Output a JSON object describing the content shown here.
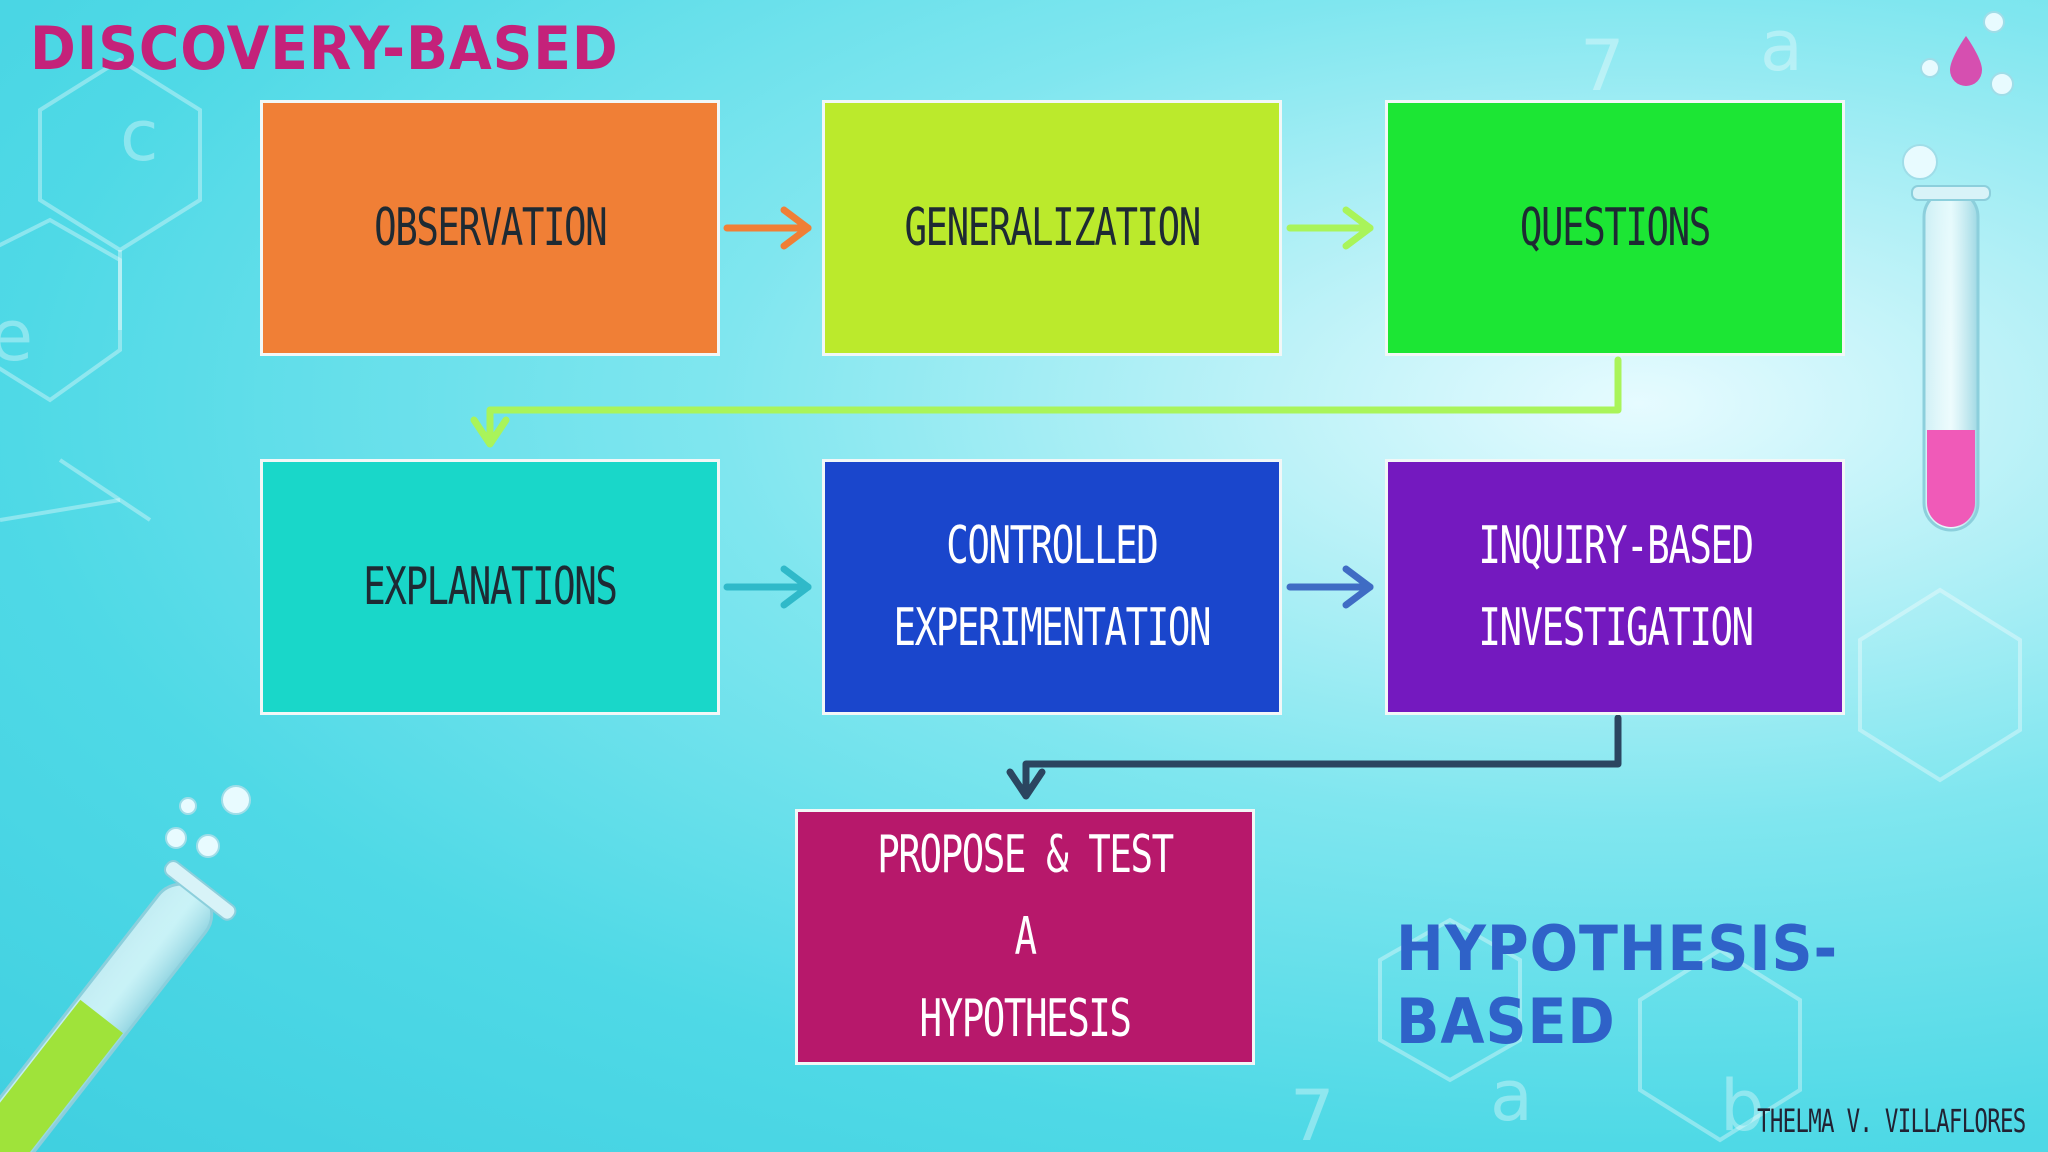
{
  "titles": {
    "top": "DISCOVERY-BASED",
    "bottom": "HYPOTHESIS-BASED"
  },
  "boxes": {
    "observation": "OBSERVATION",
    "generalization": "GENERALIZATION",
    "questions": "QUESTIONS",
    "explanations": "EXPLANATIONS",
    "controlled": "CONTROLLED\nEXPERIMENTATION",
    "inquiry": "INQUIRY-BASED\nINVESTIGATION",
    "propose": "PROPOSE & TEST A\nHYPOTHESIS"
  },
  "credit": "THELMA V. VILLAFLORES",
  "colors": {
    "observation": "#f07f36",
    "generalization": "#bbea2c",
    "questions": "#1ce634",
    "explanations": "#19d7c9",
    "controlled": "#1a46cc",
    "inquiry": "#7419bf",
    "propose": "#b7186b",
    "title_top": "#c4227a",
    "title_bottom": "#2f62c8"
  },
  "icons": [
    "test-tube-icon",
    "droplet-icon",
    "bubble-icon"
  ]
}
